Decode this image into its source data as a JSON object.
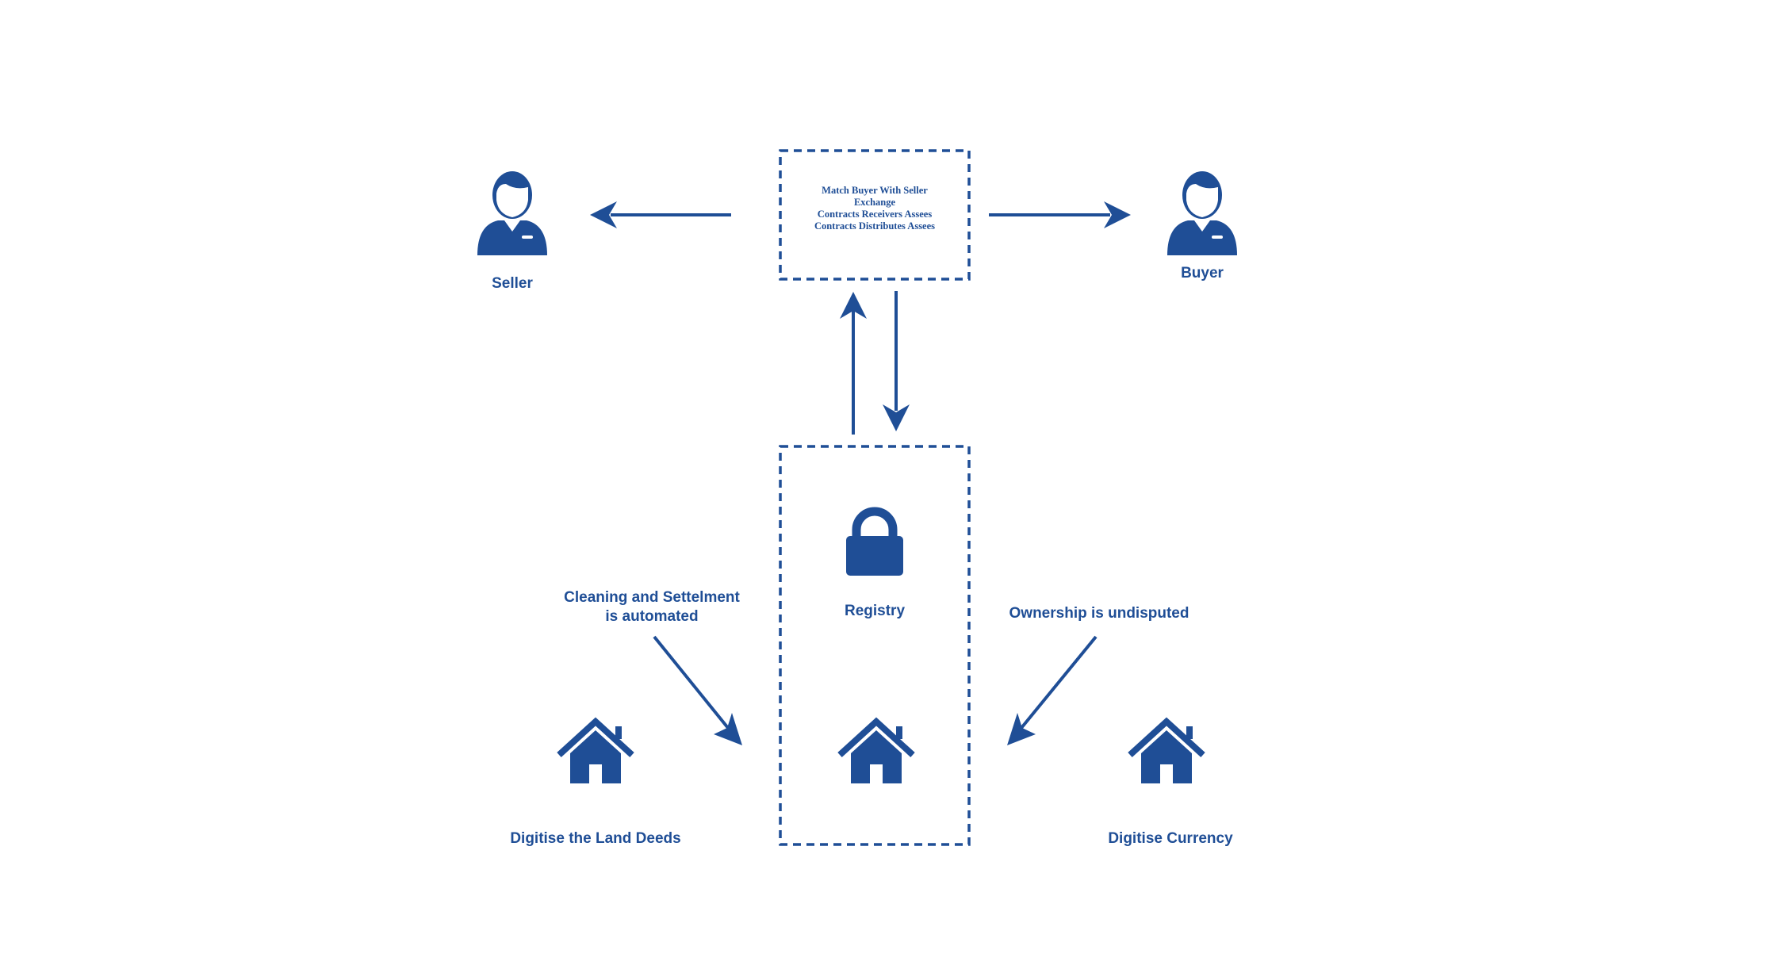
{
  "colors": {
    "primary": "#1f4e96",
    "background": "#ffffff"
  },
  "exchange_box": {
    "lines": [
      "Match Buyer With Seller",
      "Exchange",
      "Contracts Receivers Assees",
      "Contracts Distributes Assees"
    ]
  },
  "seller": {
    "label": "Seller",
    "icon": "person-icon"
  },
  "buyer": {
    "label": "Buyer",
    "icon": "person-icon"
  },
  "registry": {
    "label": "Registry",
    "icons": [
      "lock-icon",
      "house-icon"
    ]
  },
  "annotations": {
    "left_line1": "Cleaning and Settelment",
    "left_line2": "is automated",
    "right": "Ownership is undisputed"
  },
  "land_deeds": {
    "label": "Digitise the Land Deeds",
    "icon": "house-icon"
  },
  "currency": {
    "label": "Digitise Currency",
    "icon": "house-icon"
  }
}
